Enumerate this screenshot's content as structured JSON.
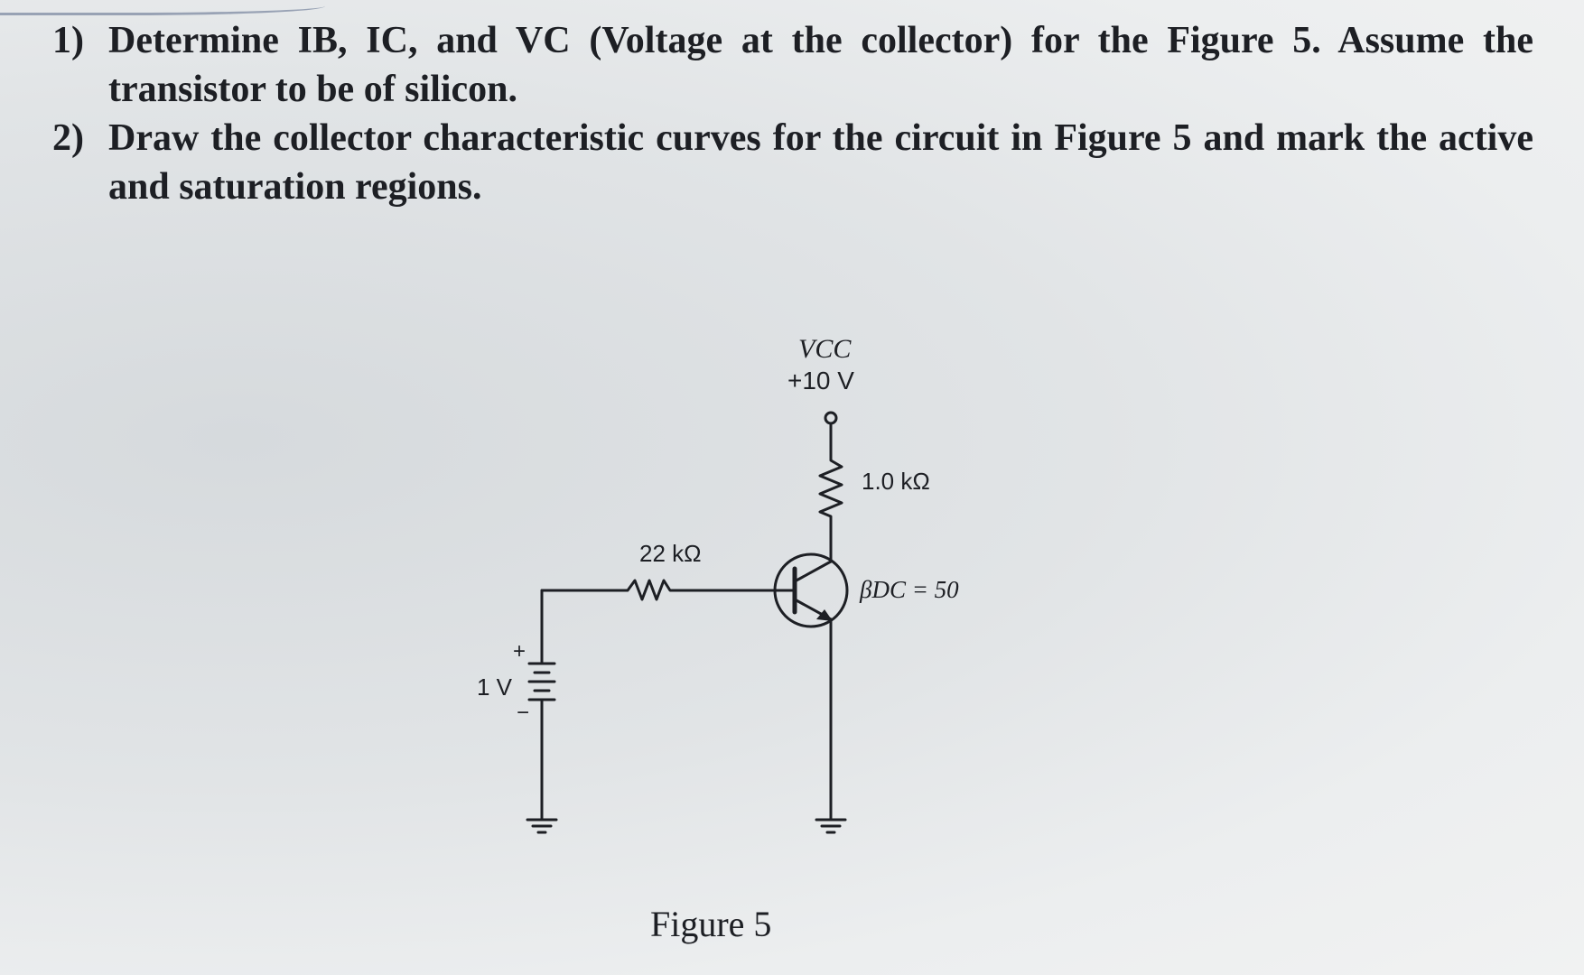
{
  "questions": [
    {
      "number": "1)",
      "text": "Determine IB, IC, and VC (Voltage at the collector) for the Figure 5. Assume the transistor to be of silicon."
    },
    {
      "number": "2)",
      "text": "Draw the collector characteristic curves for the circuit in Figure 5 and mark the active and saturation regions."
    }
  ],
  "figure": {
    "vcc_label": "VCC",
    "vcc_value": "+10 V",
    "rc_label": "1.0 kΩ",
    "rb_label": "22 kΩ",
    "beta_label": "βDC = 50",
    "battery_label": "1 V",
    "battery_plus": "+",
    "battery_minus": "−",
    "caption": "Figure 5"
  }
}
